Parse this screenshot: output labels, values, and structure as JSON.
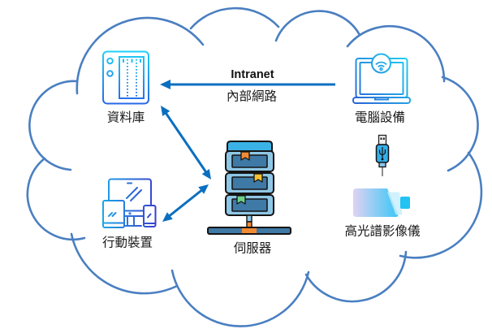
{
  "network_link": {
    "label_en": "Intranet",
    "label_zh": "內部網路"
  },
  "nodes": {
    "database": {
      "label": "資料庫",
      "icon": "database-icon"
    },
    "computer": {
      "label": "電腦設備",
      "icon": "laptop-wifi-icon"
    },
    "usb": {
      "icon": "usb-cable-icon"
    },
    "camera": {
      "label": "高光譜影像儀",
      "icon": "hyperspectral-camera-icon"
    },
    "server": {
      "label": "伺服器",
      "icon": "server-icon"
    },
    "mobile": {
      "label": "行動裝置",
      "icon": "mobile-devices-icon"
    }
  },
  "edges": [
    {
      "from": "computer",
      "to": "database",
      "direction": "one-way",
      "label": "Intranet / 內部網路"
    },
    {
      "from": "database",
      "to": "server",
      "direction": "two-way"
    },
    {
      "from": "mobile",
      "to": "server",
      "direction": "two-way"
    },
    {
      "from": "camera",
      "to": "computer",
      "connector": "usb"
    }
  ],
  "colors": {
    "cloud_outline": "#4a7fc1",
    "arrow": "#0b6fc0",
    "label_text": "#1a1a1a"
  }
}
